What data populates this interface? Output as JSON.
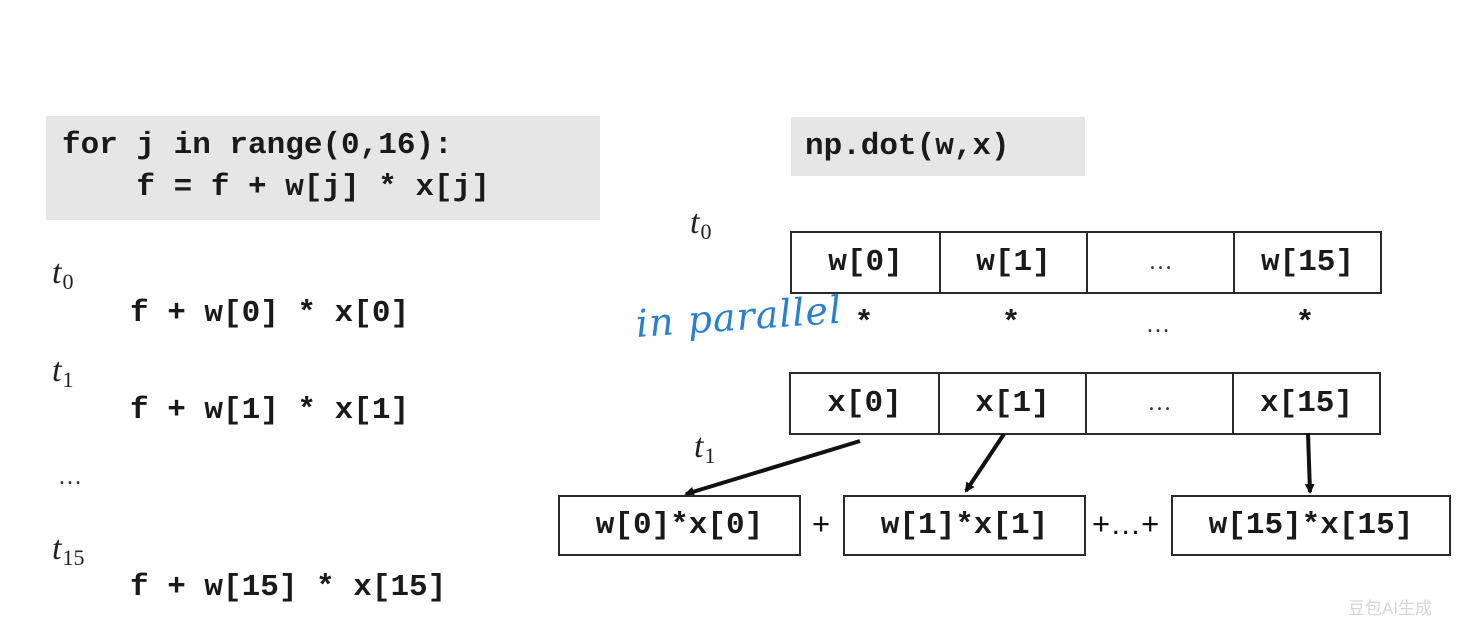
{
  "left": {
    "code_line1": "for j in range(0,16):",
    "code_line2": "    f = f + w[j] * x[j]",
    "t0": "t",
    "t0_sub": "0",
    "step0": "f + w[0] * x[0]",
    "t1": "t",
    "t1_sub": "1",
    "step1": "f + w[1] * x[1]",
    "ellipsis": "…",
    "t15": "t",
    "t15_sub": "15",
    "step15": "f + w[15] * x[15]"
  },
  "right": {
    "code": "np.dot(w,x)",
    "t0": "t",
    "t0_sub": "0",
    "t1": "t",
    "t1_sub": "1",
    "annotation": "in parallel",
    "w_cells": [
      "w[0]",
      "w[1]",
      "…",
      "w[15]"
    ],
    "stars": [
      "*",
      "*",
      "…",
      "*"
    ],
    "x_cells": [
      "x[0]",
      "x[1]",
      "…",
      "x[15]"
    ],
    "products": [
      "w[0]*x[0]",
      "w[1]*x[1]",
      "w[15]*x[15]"
    ],
    "plus1": "+",
    "plus2": "+…+"
  },
  "watermark": "豆包AI生成"
}
